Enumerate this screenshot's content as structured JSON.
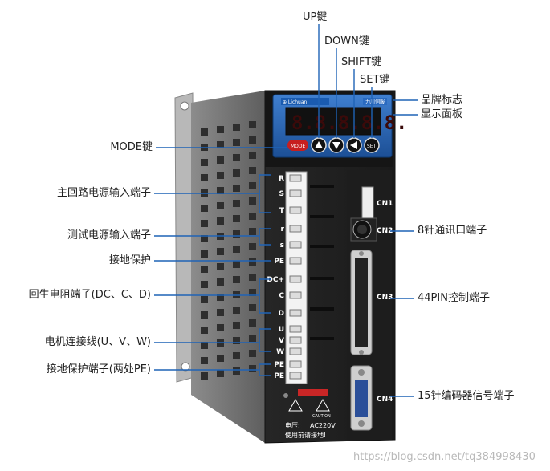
{
  "brand_strip_text": "力川伺服",
  "display_digits": "8.8.8.8.8.",
  "mode_button_label": "MODE",
  "set_button_label": "SET",
  "connectors": {
    "cn1": "CN1",
    "cn2": "CN2",
    "cn3": "CN3",
    "cn4": "CN4"
  },
  "terminals": [
    "R",
    "S",
    "T",
    "r",
    "s",
    "PE",
    "DC+",
    "C",
    "D",
    "U",
    "V",
    "W",
    "PE",
    "PE"
  ],
  "warning": {
    "line1": "电压:",
    "voltage": "AC220V",
    "line2": "使用前请接地!",
    "caution": "CAUTION"
  },
  "callouts": {
    "up": "UP键",
    "down": "DOWN键",
    "shift": "SHIFT键",
    "set": "SET键",
    "brand_logo": "品牌标志",
    "display_panel": "显示面板",
    "mode": "MODE键",
    "main_power": "主回路电源输入端子",
    "test_power": "测试电源输入端子",
    "ground": "接地保护",
    "regen": "回生电阻端子(DC、C、D)",
    "motor": "电机连接线(U、V、W)",
    "ground2": "接地保护端子(两处PE)",
    "cn2": "8针通讯口端子",
    "cn3": "44PIN控制端子",
    "cn4": "15针编码器信号端子"
  },
  "watermark": "https://blog.csdn.net/tq384998430",
  "colors": {
    "accent_blue": "#1f63b6",
    "body": "#2b2b2b",
    "label_red": "#d3272d"
  }
}
